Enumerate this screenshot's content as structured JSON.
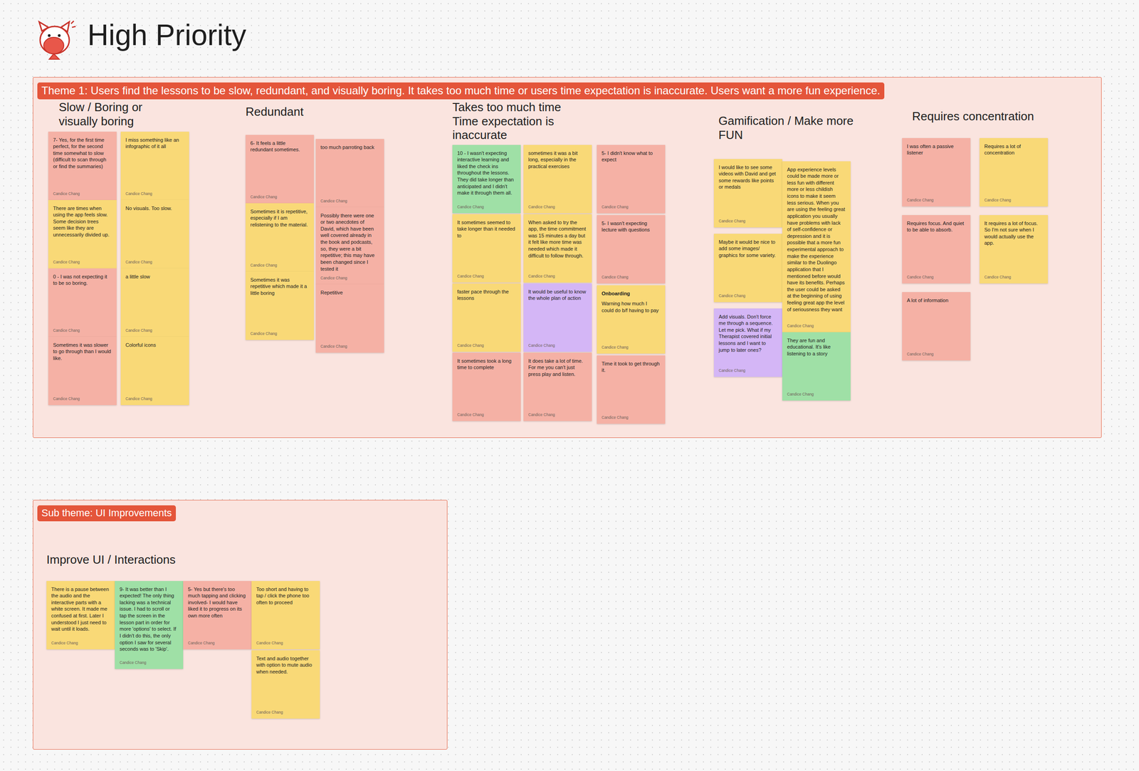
{
  "diagram": {
    "title": "High Priority",
    "nodes": [
      {
        "text": [
          "Theme 1: Users find the lessons to be slow, redundant, and visually boring. It takes too much time or users time expectation is inaccurate. Users want a more fun experience."
        ]
      },
      {
        "text": [
          "7- Yes, for the first time perfect, for the second time somewhat to slow (difficult to scan through or find the summaries)",
          "Candice Chang"
        ],
        "in": 0
      },
      {
        "text": [
          "There are times when using the app feels slow. Some decision trees seem like they are unnecessarily divided up.",
          "Candice Chang"
        ],
        "in": 0
      },
      {
        "text": [
          "0 - I was not expecting it to be so boring.",
          "Candice Chang"
        ],
        "in": 0
      },
      {
        "text": [
          "Sometimes it was slower to go through than I would like.",
          "Candice Chang"
        ],
        "in": 0
      },
      {
        "text": [
          "I miss something like an infographic of it all",
          "Candice Chang"
        ],
        "in": 0
      },
      {
        "text": [
          "No visuals. Too slow.",
          "Candice Chang"
        ],
        "in": 0
      },
      {
        "text": [
          "a little slow",
          "Candice Chang"
        ],
        "in": 0
      },
      {
        "text": [
          "Colorful icons",
          "Candice Chang"
        ],
        "in": 0
      },
      {
        "text": [
          "6- It feels a little redundant sometimes.",
          "Candice Chang"
        ],
        "in": 0
      },
      {
        "text": [
          "Sometimes it is repetitive, especially if I am relistening to the material.",
          "Candice Chang"
        ],
        "in": 0
      },
      {
        "text": [
          "Sometimes it was repetitive which made it a little boring",
          "Candice Chang"
        ],
        "in": 0
      },
      {
        "text": [
          "too much parroting back",
          "Candice Chang"
        ],
        "in": 0
      },
      {
        "text": [
          "Possibly there were one or two anecdotes of David, which have been well covered already in the book and podcasts, so, they were a bit repetitive; this may have been changed since I tested it",
          "Candice Chang"
        ],
        "in": 0
      },
      {
        "text": [
          "Repetitive",
          "Candice Chang"
        ],
        "in": 0
      },
      {
        "text": [
          "10 - I wasn't expecting interactive learning and liked the check ins throughout the lessons. They did take longer than anticipated and I didn't make it through them all.",
          "Candice Chang"
        ],
        "in": 0
      },
      {
        "text": [
          "It sometimes seemed to take longer than it needed to",
          "Candice Chang"
        ],
        "in": 0
      },
      {
        "text": [
          "faster pace through the lessons",
          "Candice Chang"
        ],
        "in": 0
      },
      {
        "text": [
          "It sometimes took a long time to complete",
          "Candice Chang"
        ],
        "in": 0
      },
      {
        "text": [
          "sometimes it was a bit long, especially in the practical exercises",
          "Candice Chang"
        ],
        "in": 0
      },
      {
        "text": [
          "When asked to try the app, the time commitment was 15 minutes a day but it felt like more time was needed which made it difficult to follow through.",
          "Candice Chang"
        ],
        "in": 0
      },
      {
        "text": [
          "It would be useful to know the whole plan of action",
          "Candice Chang"
        ],
        "in": 0
      },
      {
        "text": [
          "It does take a lot of time. For me you can't just press play and listen.",
          "Candice Chang"
        ],
        "in": 0
      },
      {
        "text": [
          "5- I didn't know what to expect",
          "Candice Chang"
        ],
        "in": 0
      },
      {
        "text": [
          "5- I wasn't expecting lecture with questions",
          "Candice Chang"
        ],
        "in": 0
      },
      {
        "text": [
          "Onboarding",
          "Warning how much I could do b/f having to pay",
          "Candice Chang"
        ],
        "in": 0
      },
      {
        "text": [
          "Time it took to get through it.",
          "Candice Chang"
        ],
        "in": 0
      },
      {
        "text": [
          "I would like to see some videos with David and get some rewards like points or medals",
          "Candice Chang"
        ],
        "in": 0
      },
      {
        "text": [
          "Maybe it would be nice to add some images/ graphics for some variety.",
          "Candice Chang"
        ],
        "in": 0
      },
      {
        "text": [
          "Add visuals. Don't force me through a sequence. Let me pick. What if my Therapist covered initial lessons and I want to jump to later ones?",
          "Candice Chang"
        ],
        "in": 0
      },
      {
        "text": [
          "App experience levels could be made more or less fun with different more or less childish icons to make it seem less serious. When you are using the feeling great application you usually have problems with lack of self-confidence or depression and it is possible that a more fun experimental approach to make the experience similar to the Duolingo application that I mentioned before would have its benefits. Perhaps the user could be asked at the beginning of using feeling great app the level of seriousness they want",
          "Candice Chang"
        ],
        "in": 0
      },
      {
        "text": [
          "They are fun and educational. It's like listening to a story",
          "Candice Chang"
        ],
        "in": 0
      },
      {
        "text": [
          "I was often a passive listener",
          "Candice Chang"
        ],
        "in": 0
      },
      {
        "text": [
          "Requires focus. And quiet to be able to absorb.",
          "Candice Chang"
        ],
        "in": 0
      },
      {
        "text": [
          "A lot of information",
          "Candice Chang"
        ],
        "in": 0
      },
      {
        "text": [
          "Requires a lot of concentration",
          "Candice Chang"
        ],
        "in": 0
      },
      {
        "text": [
          "It requires a lot of focus. So I'm not sure when I would actually use the app.",
          "Candice Chang"
        ],
        "in": 0
      },
      {
        "text": [
          "Sub theme: UI Improvements"
        ]
      },
      {
        "text": [
          "There is a pause between the audio and the interactive parts with a white screen. It made me confused at first. Later I understood I just need to wait until it loads.",
          "Candice Chang"
        ],
        "in": 37
      },
      {
        "text": [
          "9- It was better than I expected! The only thing lacking was a technical issue. I had to scroll or tap the screen in the lesson part in order for more 'options' to select. If I didn't do this, the only option I saw for several seconds was to 'Skip'.",
          "Candice Chang"
        ],
        "in": 37
      },
      {
        "text": [
          "5- Yes but there's too much tapping and clicking involved- I would have liked it to progress on its own more often",
          "Candice Chang"
        ],
        "in": 37
      },
      {
        "text": [
          "Too short and having to tap / click the phone too often to proceed",
          "Candice Chang"
        ],
        "in": 37
      },
      {
        "text": [
          "Text and audio together with option to mute audio when needed.",
          "Candice Chang"
        ],
        "in": 37
      }
    ],
    "labels": [
      "Slow / Boring or visually boring",
      "Redundant",
      "Takes too much time Time expectation is inaccurate",
      "Gamification / Make more FUN",
      "Requires concentration",
      "Improve UI / Interactions"
    ]
  }
}
